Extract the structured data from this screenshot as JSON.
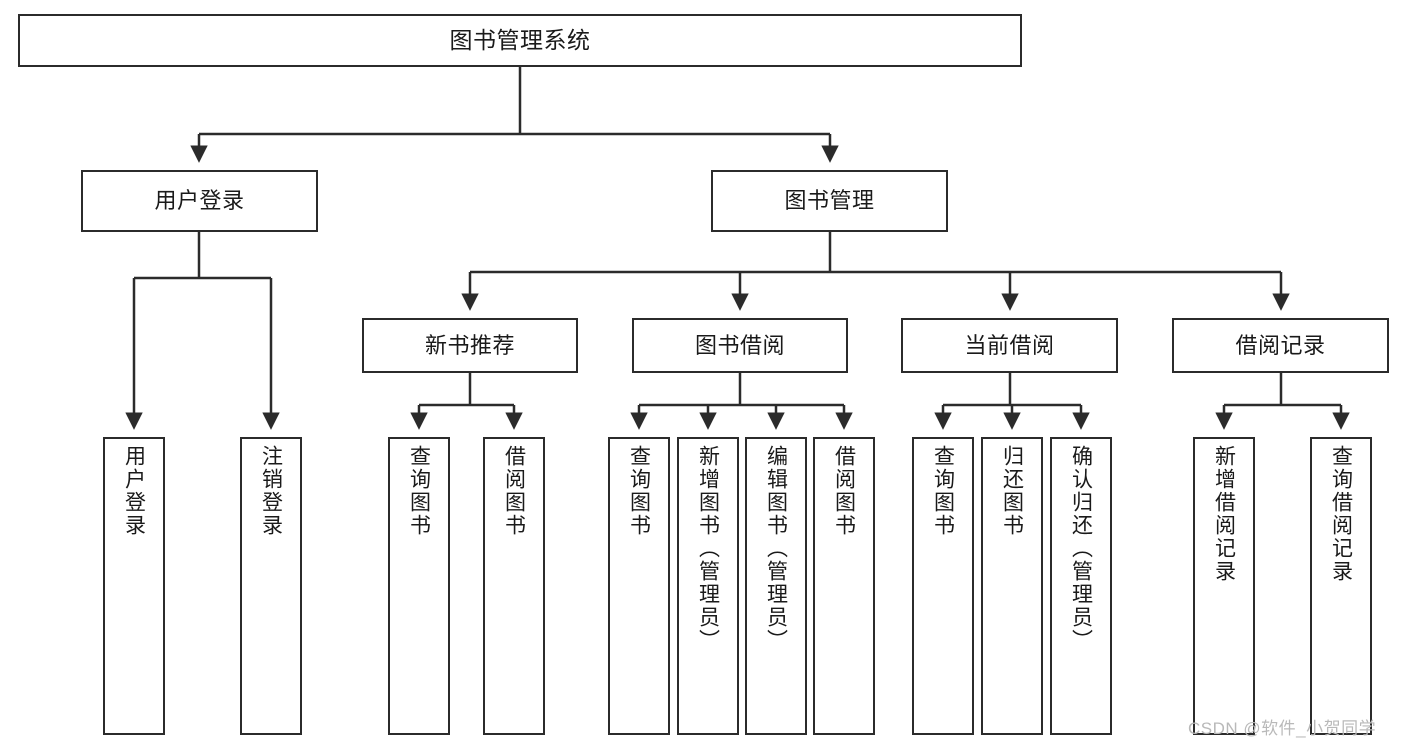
{
  "diagram": {
    "title": "图书管理系统",
    "type": "tree-hierarchy-diagram",
    "root": {
      "id": "root",
      "label": "图书管理系统"
    },
    "level2": [
      {
        "id": "user-login",
        "label": "用户登录"
      },
      {
        "id": "book-management",
        "label": "图书管理"
      }
    ],
    "level3": [
      {
        "id": "new-book-recommend",
        "label": "新书推荐"
      },
      {
        "id": "book-borrow",
        "label": "图书借阅"
      },
      {
        "id": "current-borrow",
        "label": "当前借阅"
      },
      {
        "id": "borrow-record",
        "label": "借阅记录"
      }
    ],
    "leaves": {
      "user_login": [
        {
          "id": "leaf-user-login",
          "label": "用户登录"
        },
        {
          "id": "leaf-logout-login",
          "label": "注销登录"
        }
      ],
      "new_book_recommend": [
        {
          "id": "leaf-query-book-1",
          "label": "查询图书"
        },
        {
          "id": "leaf-borrow-book-1",
          "label": "借阅图书"
        }
      ],
      "book_borrow": [
        {
          "id": "leaf-query-book-2",
          "label": "查询图书"
        },
        {
          "id": "leaf-add-book",
          "label": "新增图书（管理员）"
        },
        {
          "id": "leaf-edit-book",
          "label": "编辑图书（管理员）"
        },
        {
          "id": "leaf-borrow-book-2",
          "label": "借阅图书"
        }
      ],
      "current_borrow": [
        {
          "id": "leaf-query-book-3",
          "label": "查询图书"
        },
        {
          "id": "leaf-return-book",
          "label": "归还图书"
        },
        {
          "id": "leaf-confirm-return",
          "label": "确认归还（管理员）"
        }
      ],
      "borrow_record": [
        {
          "id": "leaf-add-record",
          "label": "新增借阅记录"
        },
        {
          "id": "leaf-query-record",
          "label": "查询借阅记录"
        }
      ]
    }
  },
  "watermark": {
    "text": "CSDN @软件_小贺同学"
  },
  "colors": {
    "stroke": "#2b2b2b",
    "fill": "#ffffff",
    "text": "#1a1a1a",
    "watermark": "#b9b9b9"
  }
}
